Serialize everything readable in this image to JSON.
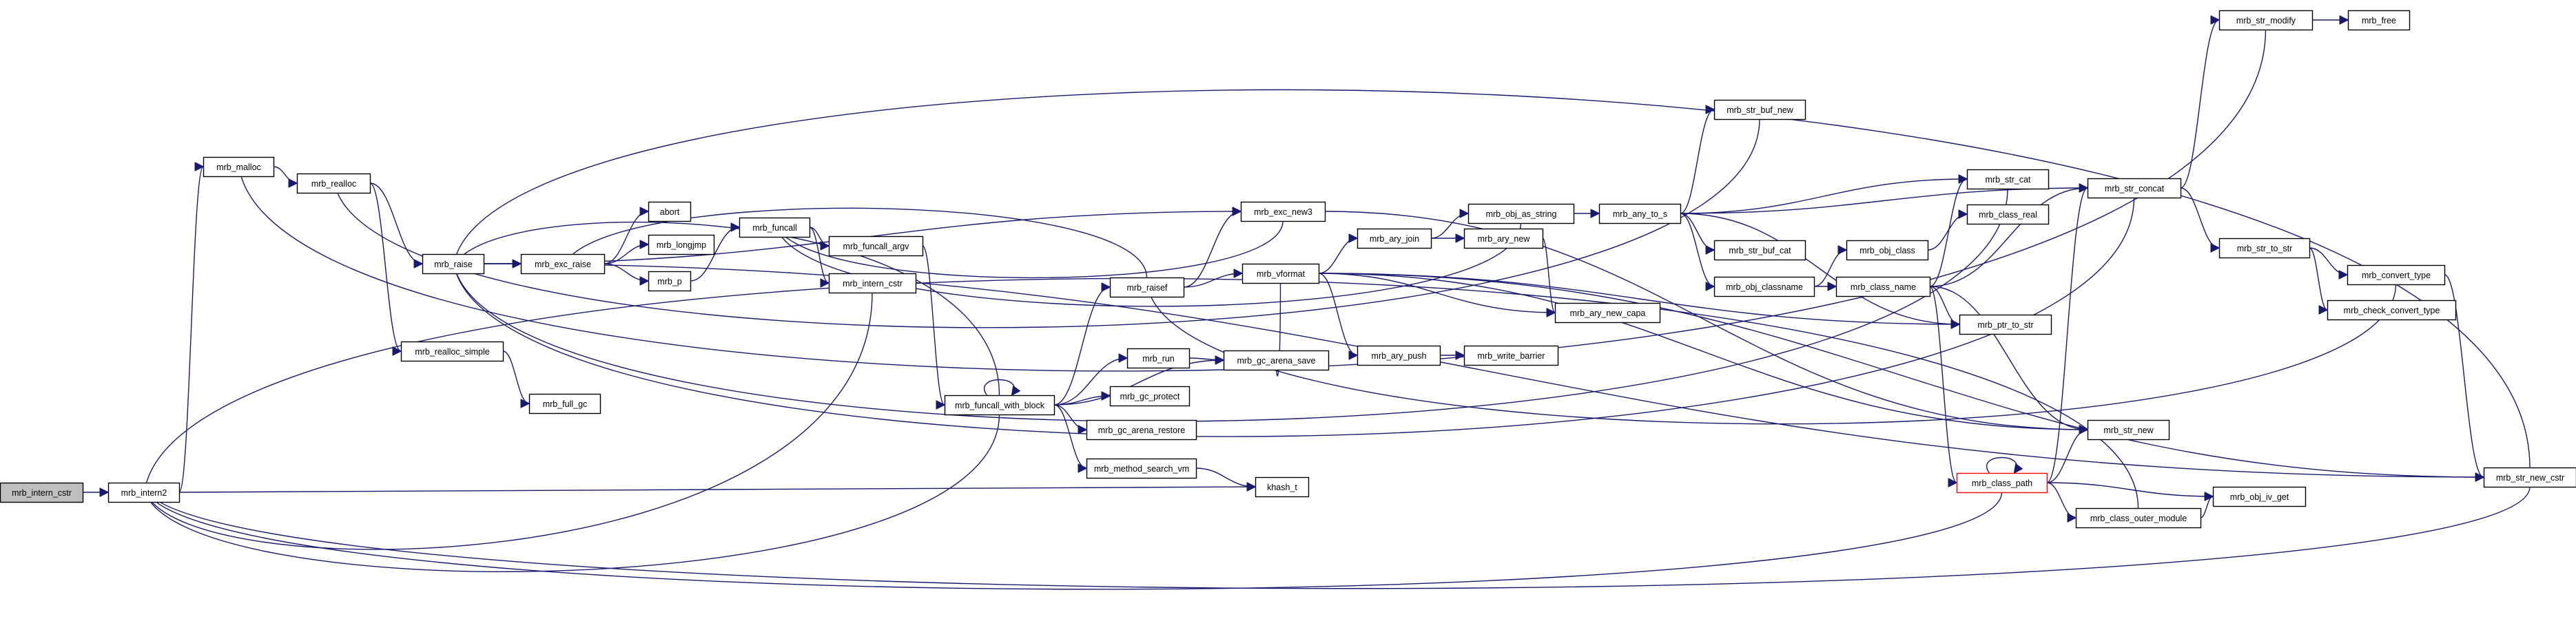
{
  "graph": {
    "type": "call-graph",
    "root": "mrb_intern_cstr",
    "colors": {
      "edge": "#191970",
      "node_border": "#000000",
      "root_fill": "#bfbfbf",
      "highlight_border": "#ff0000",
      "background": "#ffffff"
    },
    "nodes": [
      {
        "id": "mrb_intern_cstr_root",
        "label": "mrb_intern_cstr",
        "style": "root"
      },
      {
        "id": "mrb_intern2",
        "label": "mrb_intern2"
      },
      {
        "id": "mrb_malloc",
        "label": "mrb_malloc"
      },
      {
        "id": "mrb_realloc",
        "label": "mrb_realloc"
      },
      {
        "id": "mrb_raise",
        "label": "mrb_raise"
      },
      {
        "id": "mrb_realloc_simple",
        "label": "mrb_realloc_simple"
      },
      {
        "id": "mrb_full_gc",
        "label": "mrb_full_gc"
      },
      {
        "id": "mrb_exc_raise",
        "label": "mrb_exc_raise"
      },
      {
        "id": "abort",
        "label": "abort"
      },
      {
        "id": "mrb_longjmp",
        "label": "mrb_longjmp"
      },
      {
        "id": "mrb_p",
        "label": "mrb_p"
      },
      {
        "id": "mrb_funcall",
        "label": "mrb_funcall"
      },
      {
        "id": "mrb_funcall_argv",
        "label": "mrb_funcall_argv"
      },
      {
        "id": "mrb_intern_cstr",
        "label": "mrb_intern_cstr"
      },
      {
        "id": "mrb_exc_new3",
        "label": "mrb_exc_new3"
      },
      {
        "id": "mrb_raisef",
        "label": "mrb_raisef"
      },
      {
        "id": "mrb_funcall_with_block",
        "label": "mrb_funcall_with_block"
      },
      {
        "id": "mrb_run",
        "label": "mrb_run"
      },
      {
        "id": "mrb_gc_arena_save",
        "label": "mrb_gc_arena_save"
      },
      {
        "id": "mrb_gc_protect",
        "label": "mrb_gc_protect"
      },
      {
        "id": "mrb_gc_arena_restore",
        "label": "mrb_gc_arena_restore"
      },
      {
        "id": "mrb_method_search_vm",
        "label": "mrb_method_search_vm"
      },
      {
        "id": "khash_t",
        "label": "khash_t"
      },
      {
        "id": "mrb_vformat",
        "label": "mrb_vformat"
      },
      {
        "id": "mrb_ary_join",
        "label": "mrb_ary_join"
      },
      {
        "id": "mrb_ary_new",
        "label": "mrb_ary_new"
      },
      {
        "id": "mrb_ary_new_capa",
        "label": "mrb_ary_new_capa"
      },
      {
        "id": "mrb_ary_push",
        "label": "mrb_ary_push"
      },
      {
        "id": "mrb_write_barrier",
        "label": "mrb_write_barrier"
      },
      {
        "id": "mrb_obj_as_string",
        "label": "mrb_obj_as_string"
      },
      {
        "id": "mrb_any_to_s",
        "label": "mrb_any_to_s"
      },
      {
        "id": "mrb_str_buf_new",
        "label": "mrb_str_buf_new"
      },
      {
        "id": "mrb_str_buf_cat",
        "label": "mrb_str_buf_cat"
      },
      {
        "id": "mrb_obj_classname",
        "label": "mrb_obj_classname"
      },
      {
        "id": "mrb_obj_class",
        "label": "mrb_obj_class"
      },
      {
        "id": "mrb_class_name",
        "label": "mrb_class_name"
      },
      {
        "id": "mrb_class_real",
        "label": "mrb_class_real"
      },
      {
        "id": "mrb_str_cat",
        "label": "mrb_str_cat"
      },
      {
        "id": "mrb_ptr_to_str",
        "label": "mrb_ptr_to_str"
      },
      {
        "id": "mrb_str_new",
        "label": "mrb_str_new"
      },
      {
        "id": "mrb_class_path",
        "label": "mrb_class_path",
        "style": "highlight"
      },
      {
        "id": "mrb_class_outer_module",
        "label": "mrb_class_outer_module"
      },
      {
        "id": "mrb_obj_iv_get",
        "label": "mrb_obj_iv_get"
      },
      {
        "id": "mrb_str_concat",
        "label": "mrb_str_concat"
      },
      {
        "id": "mrb_str_modify",
        "label": "mrb_str_modify"
      },
      {
        "id": "mrb_free",
        "label": "mrb_free"
      },
      {
        "id": "mrb_str_to_str",
        "label": "mrb_str_to_str"
      },
      {
        "id": "mrb_convert_type",
        "label": "mrb_convert_type"
      },
      {
        "id": "mrb_check_convert_type",
        "label": "mrb_check_convert_type"
      },
      {
        "id": "mrb_str_new_cstr",
        "label": "mrb_str_new_cstr"
      }
    ],
    "edges": [
      [
        "mrb_intern_cstr_root",
        "mrb_intern2"
      ],
      [
        "mrb_intern2",
        "mrb_malloc"
      ],
      [
        "mrb_intern2",
        "khash_t"
      ],
      [
        "mrb_malloc",
        "mrb_realloc"
      ],
      [
        "mrb_realloc",
        "mrb_raise"
      ],
      [
        "mrb_realloc",
        "mrb_realloc_simple"
      ],
      [
        "mrb_realloc_simple",
        "mrb_full_gc"
      ],
      [
        "mrb_raise",
        "mrb_exc_raise"
      ],
      [
        "mrb_raise",
        "mrb_exc_new3"
      ],
      [
        "mrb_raise",
        "mrb_str_new_cstr"
      ],
      [
        "mrb_exc_raise",
        "abort"
      ],
      [
        "mrb_exc_raise",
        "mrb_longjmp"
      ],
      [
        "mrb_exc_raise",
        "mrb_p"
      ],
      [
        "mrb_p",
        "mrb_funcall"
      ],
      [
        "mrb_funcall",
        "mrb_funcall_argv"
      ],
      [
        "mrb_funcall",
        "mrb_intern_cstr"
      ],
      [
        "mrb_funcall_argv",
        "mrb_funcall_with_block"
      ],
      [
        "mrb_intern_cstr",
        "mrb_intern2"
      ],
      [
        "mrb_exc_new3",
        "mrb_funcall"
      ],
      [
        "mrb_exc_new3",
        "mrb_str_new"
      ],
      [
        "mrb_raisef",
        "mrb_exc_new3"
      ],
      [
        "mrb_raisef",
        "mrb_exc_raise"
      ],
      [
        "mrb_raisef",
        "mrb_vformat"
      ],
      [
        "mrb_funcall_with_block",
        "mrb_funcall_with_block"
      ],
      [
        "mrb_funcall_with_block",
        "mrb_raisef"
      ],
      [
        "mrb_funcall_with_block",
        "mrb_run"
      ],
      [
        "mrb_funcall_with_block",
        "mrb_gc_arena_save"
      ],
      [
        "mrb_funcall_with_block",
        "mrb_gc_protect"
      ],
      [
        "mrb_funcall_with_block",
        "mrb_gc_arena_restore"
      ],
      [
        "mrb_funcall_with_block",
        "mrb_method_search_vm"
      ],
      [
        "mrb_funcall_with_block",
        "mrb_raise"
      ],
      [
        "mrb_funcall_with_block",
        "mrb_intern2"
      ],
      [
        "mrb_run",
        "mrb_gc_arena_save"
      ],
      [
        "mrb_method_search_vm",
        "khash_t"
      ],
      [
        "mrb_vformat",
        "mrb_ary_join"
      ],
      [
        "mrb_vformat",
        "mrb_ary_new_capa"
      ],
      [
        "mrb_vformat",
        "mrb_ary_push"
      ],
      [
        "mrb_vformat",
        "mrb_ptr_to_str"
      ],
      [
        "mrb_vformat",
        "mrb_str_new"
      ],
      [
        "mrb_vformat",
        "mrb_str_new_cstr"
      ],
      [
        "mrb_vformat",
        "mrb_gc_arena_save"
      ],
      [
        "mrb_ary_join",
        "mrb_ary_new"
      ],
      [
        "mrb_ary_join",
        "mrb_obj_as_string"
      ],
      [
        "mrb_ary_new",
        "mrb_ary_new_capa"
      ],
      [
        "mrb_ary_push",
        "mrb_write_barrier"
      ],
      [
        "mrb_obj_as_string",
        "mrb_any_to_s"
      ],
      [
        "mrb_obj_as_string",
        "mrb_funcall"
      ],
      [
        "mrb_any_to_s",
        "mrb_str_buf_new"
      ],
      [
        "mrb_any_to_s",
        "mrb_str_buf_cat"
      ],
      [
        "mrb_any_to_s",
        "mrb_obj_classname"
      ],
      [
        "mrb_any_to_s",
        "mrb_str_cat"
      ],
      [
        "mrb_any_to_s",
        "mrb_str_concat"
      ],
      [
        "mrb_any_to_s",
        "mrb_ptr_to_str"
      ],
      [
        "mrb_str_buf_new",
        "mrb_realloc"
      ],
      [
        "mrb_obj_classname",
        "mrb_obj_class"
      ],
      [
        "mrb_obj_classname",
        "mrb_class_name"
      ],
      [
        "mrb_obj_class",
        "mrb_class_real"
      ],
      [
        "mrb_class_name",
        "mrb_class_path"
      ],
      [
        "mrb_class_name",
        "mrb_str_cat"
      ],
      [
        "mrb_class_name",
        "mrb_str_concat"
      ],
      [
        "mrb_class_name",
        "mrb_ptr_to_str"
      ],
      [
        "mrb_class_name",
        "mrb_str_new"
      ],
      [
        "mrb_class_path",
        "mrb_class_path"
      ],
      [
        "mrb_class_path",
        "mrb_str_new"
      ],
      [
        "mrb_class_path",
        "mrb_obj_iv_get"
      ],
      [
        "mrb_class_path",
        "mrb_class_outer_module"
      ],
      [
        "mrb_class_path",
        "mrb_str_concat"
      ],
      [
        "mrb_class_path",
        "mrb_intern2"
      ],
      [
        "mrb_class_outer_module",
        "mrb_obj_iv_get"
      ],
      [
        "mrb_class_outer_module",
        "mrb_intern2"
      ],
      [
        "mrb_str_cat",
        "mrb_raise"
      ],
      [
        "mrb_str_concat",
        "mrb_str_modify"
      ],
      [
        "mrb_str_concat",
        "mrb_str_to_str"
      ],
      [
        "mrb_str_concat",
        "mrb_raise"
      ],
      [
        "mrb_str_modify",
        "mrb_free"
      ],
      [
        "mrb_str_modify",
        "mrb_malloc"
      ],
      [
        "mrb_str_to_str",
        "mrb_convert_type"
      ],
      [
        "mrb_str_to_str",
        "mrb_check_convert_type"
      ],
      [
        "mrb_convert_type",
        "mrb_str_new_cstr"
      ],
      [
        "mrb_convert_type",
        "mrb_raisef"
      ],
      [
        "mrb_str_new_cstr",
        "mrb_raise"
      ],
      [
        "mrb_str_new_cstr",
        "mrb_intern2"
      ]
    ]
  }
}
